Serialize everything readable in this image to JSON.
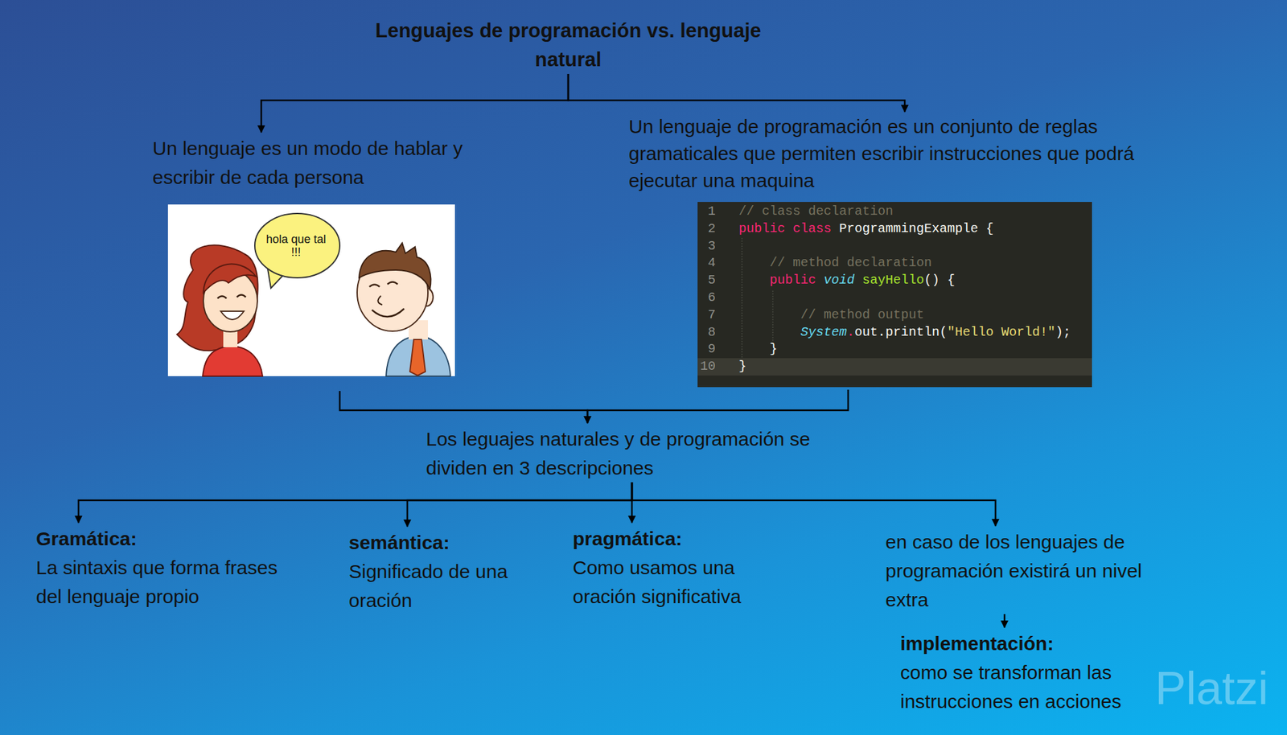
{
  "diagram": {
    "nodes": [
      {
        "text": [
          "Lenguajes de programación vs. lenguaje natural"
        ]
      },
      {
        "text": [
          "Un lenguaje es un modo de hablar y escribir de cada persona"
        ]
      },
      {
        "text": [
          "Un lenguaje de programación es un conjunto de reglas gramaticales que permiten escribir instrucciones que podrá ejecutar una maquina"
        ]
      },
      {
        "text": [
          "Los leguajes naturales y de programación se dividen en 3 descripciones"
        ]
      },
      {
        "text": [
          "Gramática:",
          "La sintaxis que forma frases del lenguaje propio"
        ]
      },
      {
        "text": [
          "semántica:",
          "Significado de una oración"
        ]
      },
      {
        "text": [
          "pragmática:",
          "Como usamos una oración significativa"
        ]
      },
      {
        "text": [
          "en caso de los lenguajes de programación existirá un nivel extra"
        ]
      },
      {
        "text": [
          "implementación:",
          "como se transforman las instrucciones en acciones"
        ]
      }
    ],
    "edges": [
      {
        "from": 0,
        "to": 1,
        "arrow": "to"
      },
      {
        "from": 0,
        "to": 2,
        "arrow": "to"
      },
      {
        "from": 1,
        "to": 3,
        "arrow": "to"
      },
      {
        "from": 2,
        "to": 3,
        "arrow": "to"
      },
      {
        "from": 3,
        "to": 4,
        "arrow": "to"
      },
      {
        "from": 3,
        "to": 5,
        "arrow": "to"
      },
      {
        "from": 3,
        "to": 6,
        "arrow": "to"
      },
      {
        "from": 3,
        "to": 7,
        "arrow": "to"
      },
      {
        "from": 7,
        "to": 8,
        "arrow": "to"
      }
    ],
    "labels": [
      "hola que tal !!!",
      "1",
      "2",
      "3",
      "4",
      "5",
      "6",
      "7",
      "8",
      "9",
      "10",
      "// class declaration",
      "public",
      "class",
      "ProgrammingExample",
      "{",
      "// method declaration",
      "public",
      "void",
      "sayHello",
      "() {",
      "// method output",
      "System",
      ".",
      "out",
      ".println(",
      "\"Hello World!\"",
      ");",
      "}",
      "}",
      "Platzi"
    ]
  }
}
